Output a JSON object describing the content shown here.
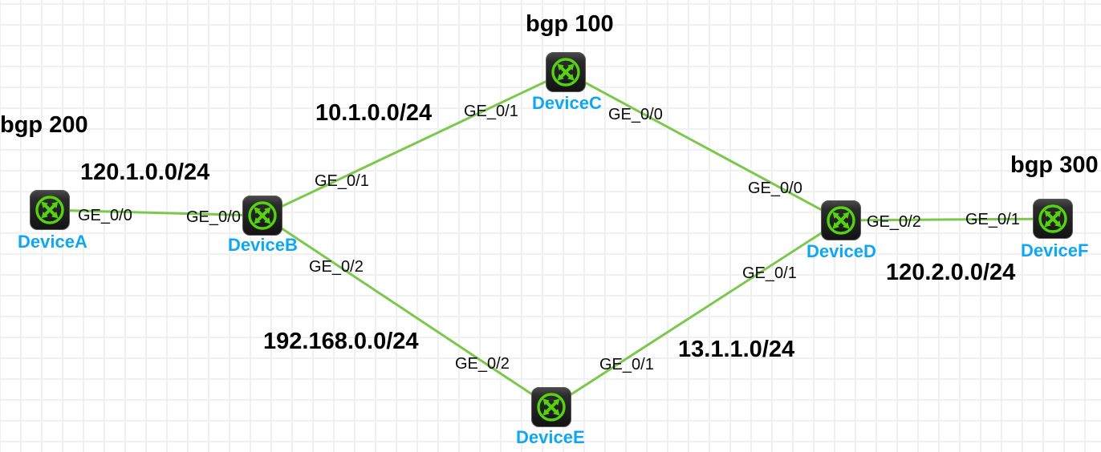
{
  "app": {
    "view": "network-topology-canvas"
  },
  "devices": [
    {
      "name": "DeviceA",
      "type": "router"
    },
    {
      "name": "DeviceB",
      "type": "router"
    },
    {
      "name": "DeviceC",
      "type": "router"
    },
    {
      "name": "DeviceD",
      "type": "router"
    },
    {
      "name": "DeviceE",
      "type": "router"
    },
    {
      "name": "DeviceF",
      "type": "router"
    }
  ],
  "links": [
    {
      "id": "DeviceA-DeviceB",
      "network": "120.1.0.0/24",
      "endpoints": [
        {
          "device": "DeviceA",
          "iface": "GE_0/0"
        },
        {
          "device": "DeviceB",
          "iface": "GE_0/0"
        }
      ]
    },
    {
      "id": "DeviceB-DeviceC",
      "network": "10.1.0.0/24",
      "endpoints": [
        {
          "device": "DeviceB",
          "iface": "GE_0/1"
        },
        {
          "device": "DeviceC",
          "iface": "GE_0/1"
        }
      ]
    },
    {
      "id": "DeviceC-DeviceD",
      "network": "",
      "endpoints": [
        {
          "device": "DeviceC",
          "iface": "GE_0/0"
        },
        {
          "device": "DeviceD",
          "iface": "GE_0/0"
        }
      ]
    },
    {
      "id": "DeviceB-DeviceE",
      "network": "192.168.0.0/24",
      "endpoints": [
        {
          "device": "DeviceB",
          "iface": "GE_0/2"
        },
        {
          "device": "DeviceE",
          "iface": "GE_0/2"
        }
      ]
    },
    {
      "id": "DeviceE-DeviceD",
      "network": "13.1.1.0/24",
      "endpoints": [
        {
          "device": "DeviceE",
          "iface": "GE_0/1"
        },
        {
          "device": "DeviceD",
          "iface": "GE_0/1"
        }
      ]
    },
    {
      "id": "DeviceD-DeviceF",
      "network": "120.2.0.0/24",
      "endpoints": [
        {
          "device": "DeviceD",
          "iface": "GE_0/2"
        },
        {
          "device": "DeviceF",
          "iface": "GE_0/1"
        }
      ]
    }
  ],
  "as_labels": [
    {
      "text": "bgp 200"
    },
    {
      "text": "bgp 100"
    },
    {
      "text": "bgp 300"
    }
  ],
  "colors": {
    "link_green": "#7cc84e",
    "icon_green": "#55d30f",
    "icon_body_dark": "#1a1a1a",
    "device_label_blue": "#0fa7f2",
    "label_black": "#000000",
    "grid_line": "#f0f0f0",
    "canvas_background": "#ffffff"
  },
  "icons": {
    "router": "router-crossed-arrows-icon"
  }
}
